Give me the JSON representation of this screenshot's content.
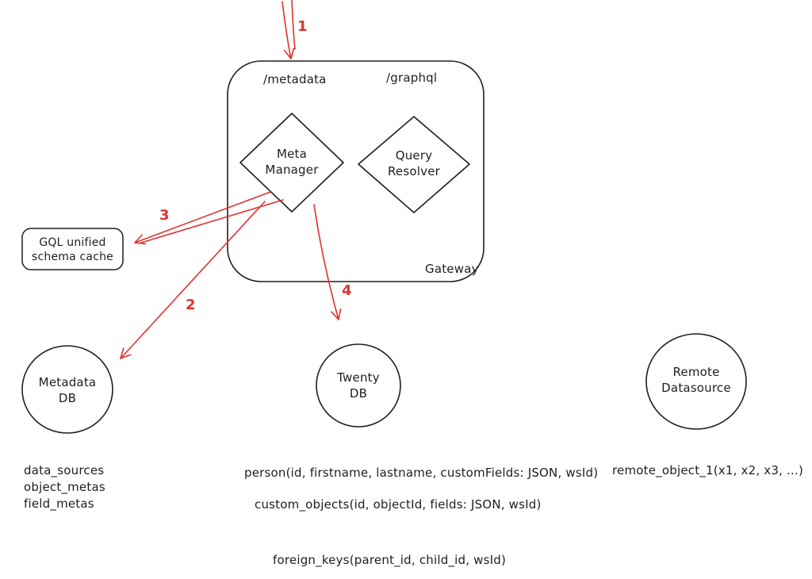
{
  "canvas": {
    "bg": "#ffffff",
    "stroke_color": "#1e1e1e",
    "accent_color": "#e03131"
  },
  "gateway": {
    "label": "Gateway",
    "route_metadata": "/metadata",
    "route_graphql": "/graphql",
    "meta_manager": "Meta\nManager",
    "query_resolver": "Query\nResolver"
  },
  "cache": {
    "label": "GQL unified\nschema cache"
  },
  "metadata_db": {
    "label": "Metadata\nDB",
    "tables": "data_sources\nobject_metas\nfield_metas"
  },
  "twenty_db": {
    "label": "Twenty\nDB",
    "table_person": "person(id, firstname, lastname, customFields: JSON, wsId)",
    "table_custom_objects": "custom_objects(id, objectId, fields: JSON, wsId)",
    "table_foreign_keys": "foreign_keys(parent_id, child_id, wsId)"
  },
  "remote_datasource": {
    "label": "Remote\nDatasource",
    "table_remote_object": "remote_object_1(x1, x2, x3, ...)"
  },
  "steps": {
    "s1": "1",
    "s2": "2",
    "s3": "3",
    "s4": "4"
  }
}
